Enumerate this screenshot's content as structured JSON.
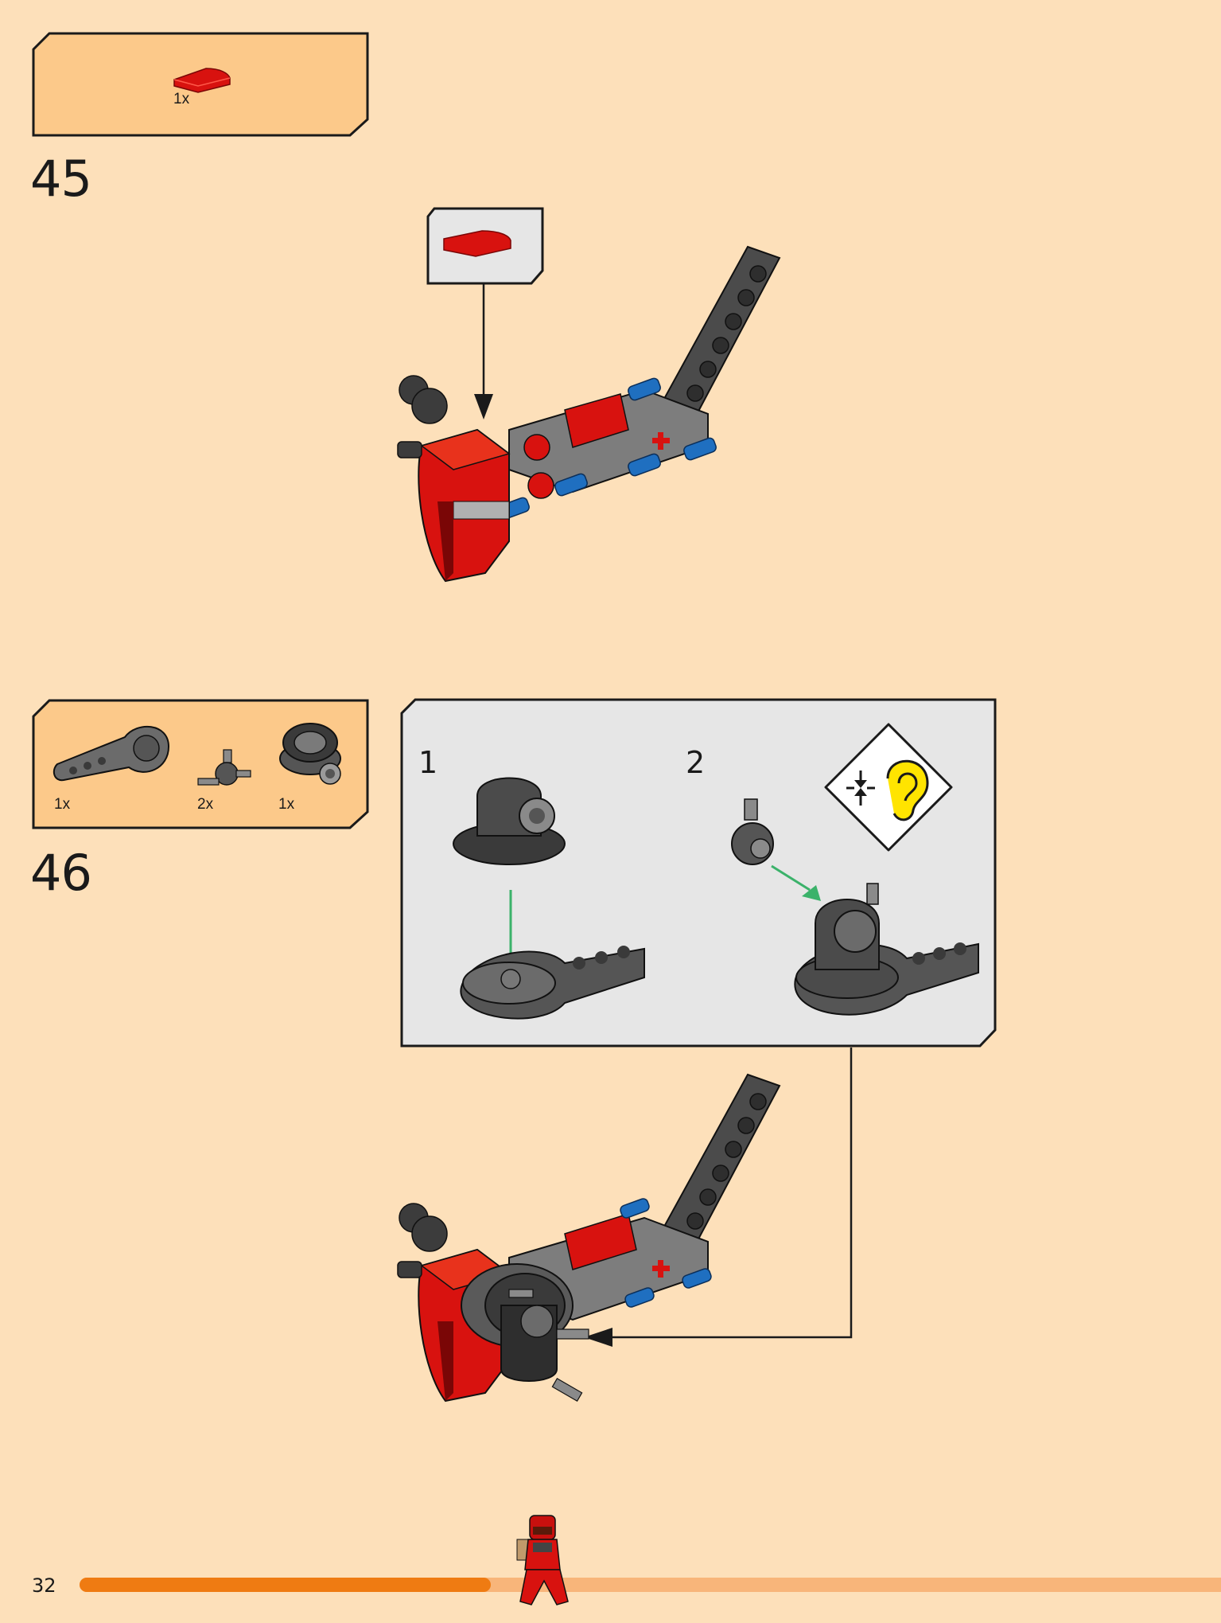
{
  "page": {
    "number": "32"
  },
  "colors": {
    "background": "#fde0ba",
    "parts_box": "#fcc98a",
    "callout_box": "#e6e6e6",
    "progress_done": "#ef7b12",
    "progress_remaining": "#f8b57a",
    "brick_red": "#d8120f",
    "dark_gray": "#4b4b4b",
    "technic_blue": "#1f6fc0",
    "arrow_green": "#3bb26a",
    "ear_yellow": "#ffe400"
  },
  "progress": {
    "fraction_complete": 0.36
  },
  "steps": [
    {
      "number": "45",
      "parts": [
        {
          "quantity": "1x",
          "name": "red-curved-slope-icon"
        }
      ]
    },
    {
      "number": "46",
      "parts": [
        {
          "quantity": "1x",
          "name": "gray-wrench-arm-icon"
        },
        {
          "quantity": "2x",
          "name": "ball-joint-connector-icon"
        },
        {
          "quantity": "1x",
          "name": "turntable-wheel-icon"
        }
      ],
      "substeps": [
        {
          "number": "1"
        },
        {
          "number": "2",
          "hint_icon": "click-sound-ear-icon"
        }
      ]
    }
  ]
}
